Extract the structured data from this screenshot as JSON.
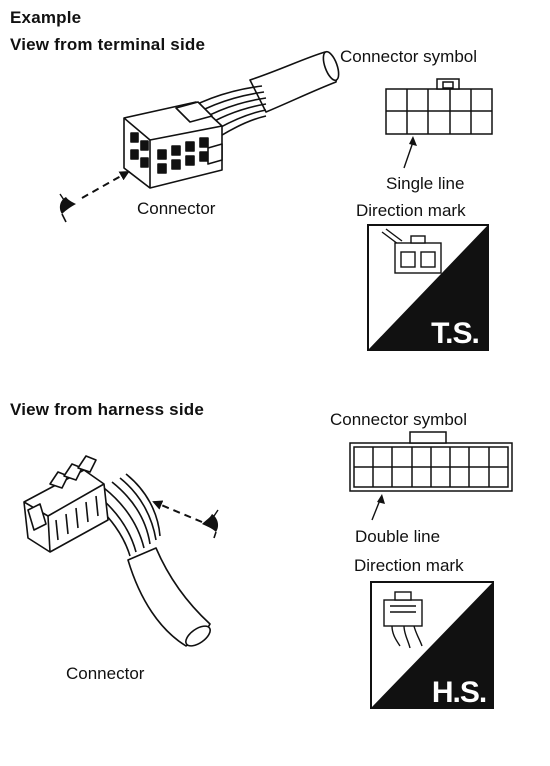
{
  "header": {
    "example_label": "Example"
  },
  "terminal_side": {
    "heading": "View from terminal side",
    "connector_symbol_label": "Connector symbol",
    "line_label": "Single line",
    "direction_mark_label": "Direction mark",
    "connector_label": "Connector",
    "mark_text": "T.S."
  },
  "harness_side": {
    "heading": "View from harness side",
    "connector_symbol_label": "Connector symbol",
    "line_label": "Double line",
    "direction_mark_label": "Direction mark",
    "connector_label": "Connector",
    "mark_text": "H.S."
  }
}
